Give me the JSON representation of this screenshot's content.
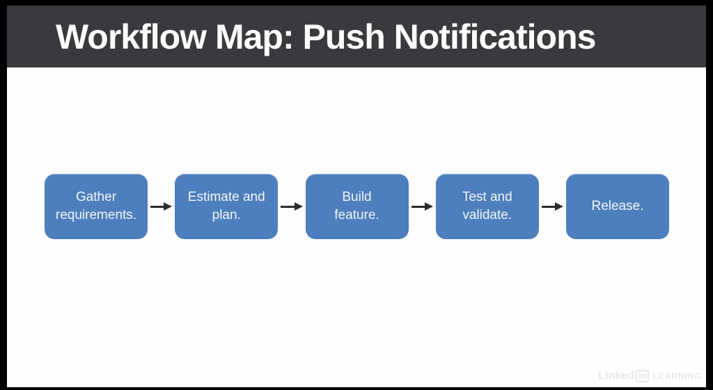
{
  "header": {
    "title": "Workflow Map: Push Notifications"
  },
  "workflow": {
    "steps": [
      {
        "label": "Gather\nrequirements."
      },
      {
        "label": "Estimate and\nplan."
      },
      {
        "label": "Build\nfeature."
      },
      {
        "label": "Test and\nvalidate."
      },
      {
        "label": "Release."
      }
    ]
  },
  "watermark": {
    "brand": "Linked",
    "badge": "in",
    "product": "LEARNING"
  },
  "colors": {
    "frame": "#000000",
    "slide_bg": "#fefefe",
    "header_bar": "#3a393e",
    "step_fill": "#4d7ebd",
    "step_text": "#f4f7fa",
    "arrow": "#2b2b2b",
    "watermark": "#e7e7e7"
  }
}
